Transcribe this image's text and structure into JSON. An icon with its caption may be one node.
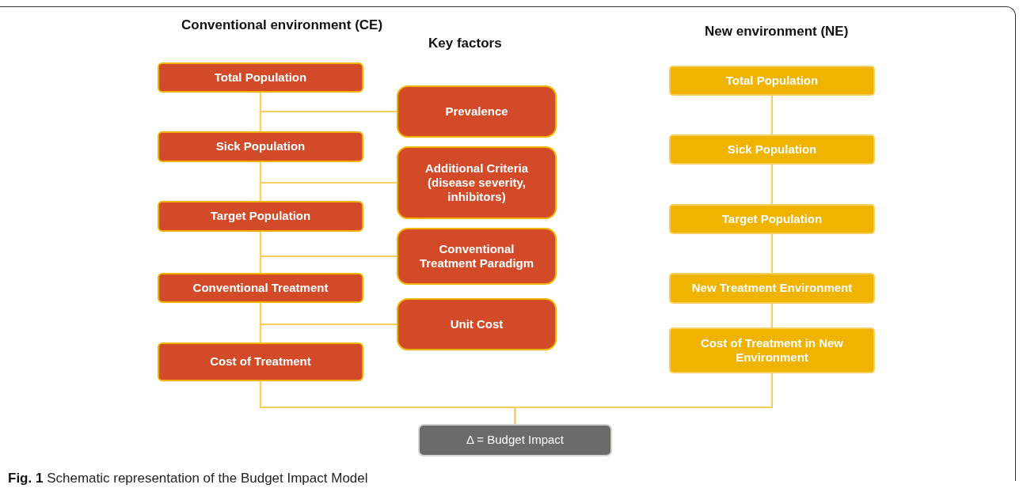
{
  "diagram": {
    "caption": "**Fig. 1** Schematic representation of the Budget Impact Model",
    "nodes": [
      {
        "text": [
          "Total Population"
        ]
      },
      {
        "text": [
          "Prevalence"
        ]
      },
      {
        "text": [
          "Sick Population"
        ]
      },
      {
        "text": [
          "Additional Criteria (disease severity, inhibitors)"
        ]
      },
      {
        "text": [
          "Target Population"
        ]
      },
      {
        "text": [
          "Conventional Treatment Paradigm"
        ]
      },
      {
        "text": [
          "Conventional Treatment"
        ]
      },
      {
        "text": [
          "Unit Cost"
        ]
      },
      {
        "text": [
          "Cost of Treatment"
        ]
      },
      {
        "text": [
          "Total Population"
        ]
      },
      {
        "text": [
          "Sick Population"
        ]
      },
      {
        "text": [
          "Target Population"
        ]
      },
      {
        "text": [
          "New Treatment Environment"
        ]
      },
      {
        "text": [
          "Cost of Treatment in New Environment"
        ]
      },
      {
        "text": [
          "Δ = Budget Impact"
        ]
      }
    ],
    "edges": [
      {
        "from": 0,
        "to": 2,
        "arrow": "none"
      },
      {
        "from": 1,
        "to": 2,
        "arrow": "none"
      },
      {
        "from": 2,
        "to": 4,
        "arrow": "none"
      },
      {
        "from": 3,
        "to": 4,
        "arrow": "none"
      },
      {
        "from": 4,
        "to": 6,
        "arrow": "none"
      },
      {
        "from": 5,
        "to": 6,
        "arrow": "none"
      },
      {
        "from": 6,
        "to": 8,
        "arrow": "none"
      },
      {
        "from": 7,
        "to": 8,
        "arrow": "none"
      },
      {
        "from": 9,
        "to": 10,
        "arrow": "none"
      },
      {
        "from": 10,
        "to": 11,
        "arrow": "none"
      },
      {
        "from": 11,
        "to": 12,
        "arrow": "none"
      },
      {
        "from": 12,
        "to": 13,
        "arrow": "none"
      },
      {
        "from": 8,
        "to": 14,
        "arrow": "none"
      },
      {
        "from": 13,
        "to": 14,
        "arrow": "none"
      }
    ],
    "labels": [
      "Conventional environment (CE)",
      "Key factors",
      "New environment (NE)"
    ]
  }
}
